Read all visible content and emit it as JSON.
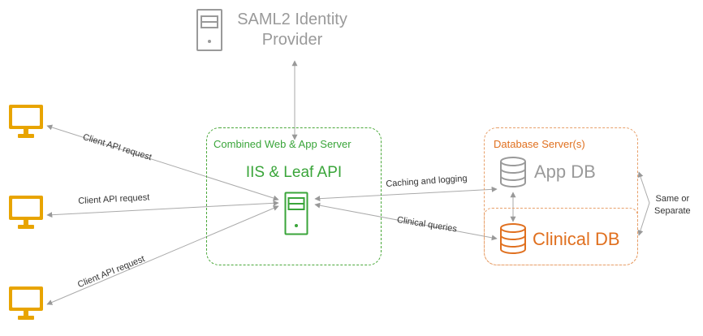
{
  "colors": {
    "gray": "#9a9a9a",
    "green": "#3aa53a",
    "orange": "#e0701f",
    "monitor": "#e8a400",
    "arrow": "#aaaaaa"
  },
  "idp": {
    "icon": "server-icon",
    "line1": "SAML2 Identity",
    "line2": "Provider"
  },
  "web_server": {
    "title": "Combined Web & App Server",
    "name": "IIS & Leaf API",
    "icon": "server-icon"
  },
  "db_server": {
    "title": "Database Server(s)",
    "app_db": {
      "name": "App DB",
      "icon": "database-icon"
    },
    "clinical_db": {
      "name": "Clinical DB",
      "icon": "database-icon"
    }
  },
  "clients": [
    {
      "icon": "monitor-icon",
      "request": "Client API request"
    },
    {
      "icon": "monitor-icon",
      "request": "Client API request"
    },
    {
      "icon": "monitor-icon",
      "request": "Client API request"
    }
  ],
  "links": {
    "caching": "Caching and logging",
    "clinical": "Clinical queries",
    "same_separate_1": "Same or",
    "same_separate_2": "Separate"
  }
}
